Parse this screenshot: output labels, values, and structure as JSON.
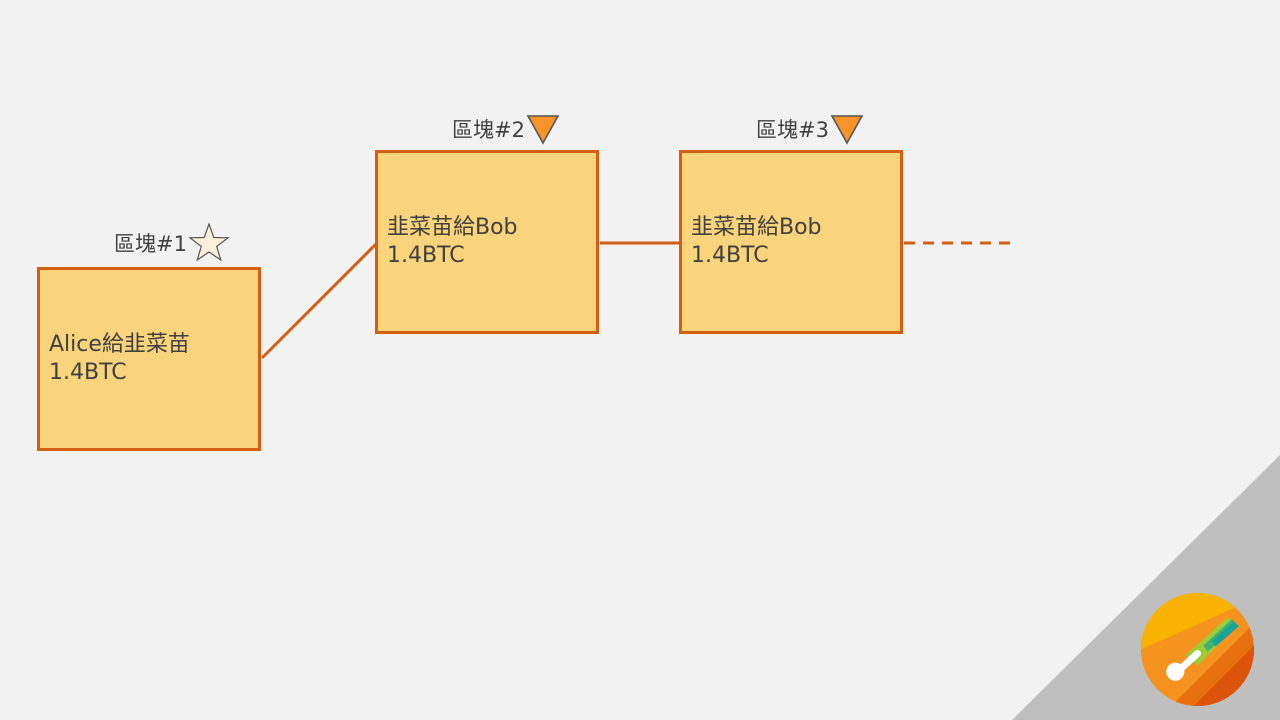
{
  "diagram": {
    "blocks": [
      {
        "label": "區塊#1",
        "marker_icon": "star-icon",
        "lines": [
          "Alice給韭菜苗",
          "1.4BTC"
        ]
      },
      {
        "label": "區塊#2",
        "marker_icon": "down-triangle-icon",
        "lines": [
          "韭菜苗給Bob",
          "1.4BTC"
        ]
      },
      {
        "label": "區塊#3",
        "marker_icon": "down-triangle-icon",
        "lines": [
          "韭菜苗給Bob",
          "1.4BTC"
        ]
      }
    ],
    "links": [
      {
        "from": "block-1",
        "to": "block-2",
        "style": "solid"
      },
      {
        "from": "block-2",
        "to": "block-3",
        "style": "solid"
      },
      {
        "from": "block-3",
        "to": "continuation",
        "style": "dashed"
      }
    ]
  },
  "branding": {
    "logo_icon": "leek-logo-icon"
  },
  "colors": {
    "background": "#f2f2f2",
    "block_fill": "#f9d47c",
    "block_border": "#d35f14",
    "text": "#404040",
    "star_fill": "#fcf0dd",
    "triangle_fill": "#f8952a",
    "corner_gray": "#bfbfbf",
    "logo_yellow": "#fab200",
    "logo_orange": "#f6921e",
    "logo_dark_orange": "#dd5309"
  }
}
